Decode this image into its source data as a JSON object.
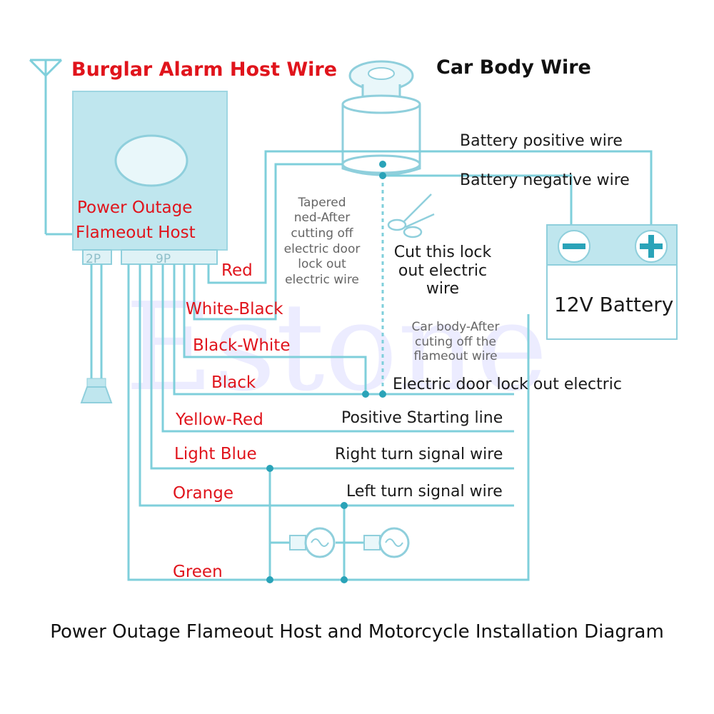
{
  "titles": {
    "host_wire": "Burglar Alarm Host Wire",
    "body_wire": "Car Body Wire",
    "caption": "Power Outage Flameout Host and Motorcycle  Installation Diagram"
  },
  "host": {
    "name_line1": "Power Outage",
    "name_line2": "Flameout Host",
    "connector_2p": "2P",
    "connector_9p": "9P"
  },
  "wire_colors": {
    "red": "Red",
    "white_black": "White-Black",
    "black_white": "Black-White",
    "black": "Black",
    "yellow_red": "Yellow-Red",
    "light_blue": "Light Blue",
    "orange": "Orange",
    "green": "Green"
  },
  "car_wires": {
    "battery_positive": "Battery positive wire",
    "battery_negative": "Battery negative wire",
    "door_lock_out": "Electric door lock out electric",
    "positive_starting": "Positive Starting line",
    "right_turn": "Right turn signal wire",
    "left_turn": "Left turn signal wire"
  },
  "notes": {
    "tapered_1": "Tapered",
    "tapered_2": "ned-After",
    "tapered_3": "cutting off",
    "tapered_4": "electric door",
    "tapered_5": "lock out",
    "tapered_6": "electric wire",
    "cut_1": "Cut this lock",
    "cut_2": "out electric",
    "cut_3": "wire",
    "body_1": "Car body-After",
    "body_2": "cuting off the",
    "body_3": "flameout wire"
  },
  "battery": {
    "label": "12V Battery",
    "minus": "−",
    "plus": "+"
  },
  "watermark": "Estone",
  "colors": {
    "wire": "#7fcfdb",
    "host_fill": "#bfe6ee",
    "label_red": "#e0141c"
  }
}
